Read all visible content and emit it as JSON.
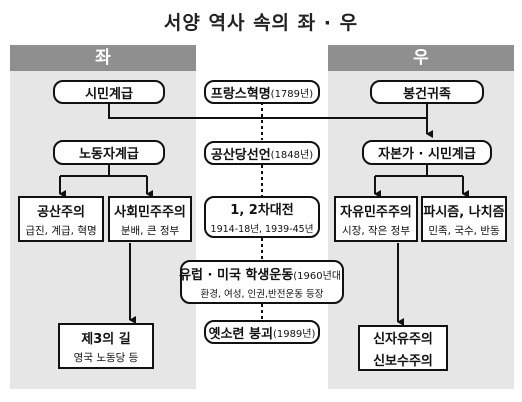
{
  "title": "서양 역사 속의 좌 · 우",
  "left_header": "좌",
  "right_header": "우",
  "left": {
    "citizen": "시민계급",
    "labor": "노동자계급",
    "communism": {
      "name": "공산주의",
      "sub": "급진, 계급, 혁명"
    },
    "socialdem": {
      "name": "사회민주주의",
      "sub": "분배, 큰 정부"
    },
    "thirdway": {
      "name": "제3의 길",
      "sub": "영국 노동당 등"
    }
  },
  "center": {
    "french_rev": {
      "name": "프랑스혁명",
      "year": "(1789년)"
    },
    "manifesto": {
      "name": "공산당선언",
      "year": "(1848년)"
    },
    "wars": {
      "name": "1, 2차대전",
      "sub": "1914-18년, 1939-45년"
    },
    "student": {
      "name": "유럽 · 미국 학생운동",
      "year": "(1960년대)",
      "sub": "환경, 여성, 인권,반전운동 등장"
    },
    "soviet": {
      "name": "옛소련 붕괴",
      "year": "(1989년)"
    }
  },
  "right": {
    "aristocracy": "봉건귀족",
    "capitalist": "자본가 · 시민계급",
    "liberal": {
      "name": "자유민주주의",
      "sub": "시장, 작은 정부"
    },
    "fascism": {
      "name": "파시즘, 나치즘",
      "sub": "민족, 국수, 반동"
    },
    "neo": {
      "line1": "신자유주의",
      "line2": "신보수주의"
    }
  }
}
